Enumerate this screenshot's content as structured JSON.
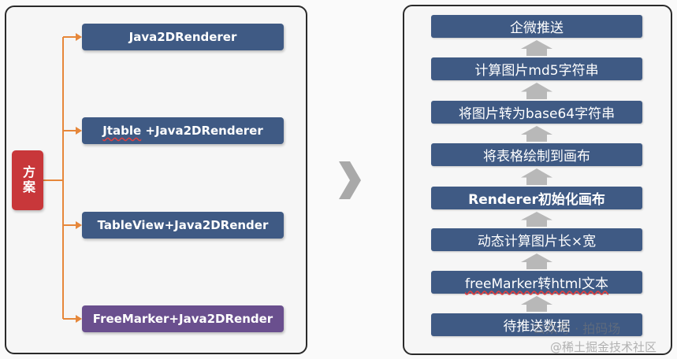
{
  "left": {
    "root_label": "方案",
    "branches": [
      {
        "prefix": "",
        "underlined": "",
        "suffix": "Java2DRenderer",
        "color": "#3f5a84"
      },
      {
        "prefix": "",
        "underlined": "Jtable",
        "suffix": " +Java2DRenderer",
        "color": "#3f5a84"
      },
      {
        "prefix": "",
        "underlined": "",
        "suffix": "TableView+Java2DRender",
        "color": "#3f5a84"
      },
      {
        "prefix": "",
        "underlined": "",
        "suffix": "FreeMarker+Java2DRender",
        "color": "#6a4f8e"
      }
    ],
    "connector_color": "#e6873a"
  },
  "right": {
    "steps": [
      {
        "label": "企微推送",
        "bold": false
      },
      {
        "label": "计算图片md5字符串",
        "bold": false
      },
      {
        "label": "将图片转为base64字符串",
        "bold": false
      },
      {
        "label": "将表格绘制到画布",
        "bold": false
      },
      {
        "label": "Renderer初始化画布",
        "bold": true
      },
      {
        "label": "动态计算图片长×宽",
        "bold": false
      },
      {
        "label": "freeMarker转html文本",
        "bold": false
      },
      {
        "label": "待推送数据",
        "bold": false
      }
    ],
    "step_color": "#3f5a84",
    "up_arrow_color": "#b8b8b8"
  },
  "watermarks": {
    "line1": "公众号 · 拍码场",
    "line2": "@稀土掘金技术社区"
  }
}
